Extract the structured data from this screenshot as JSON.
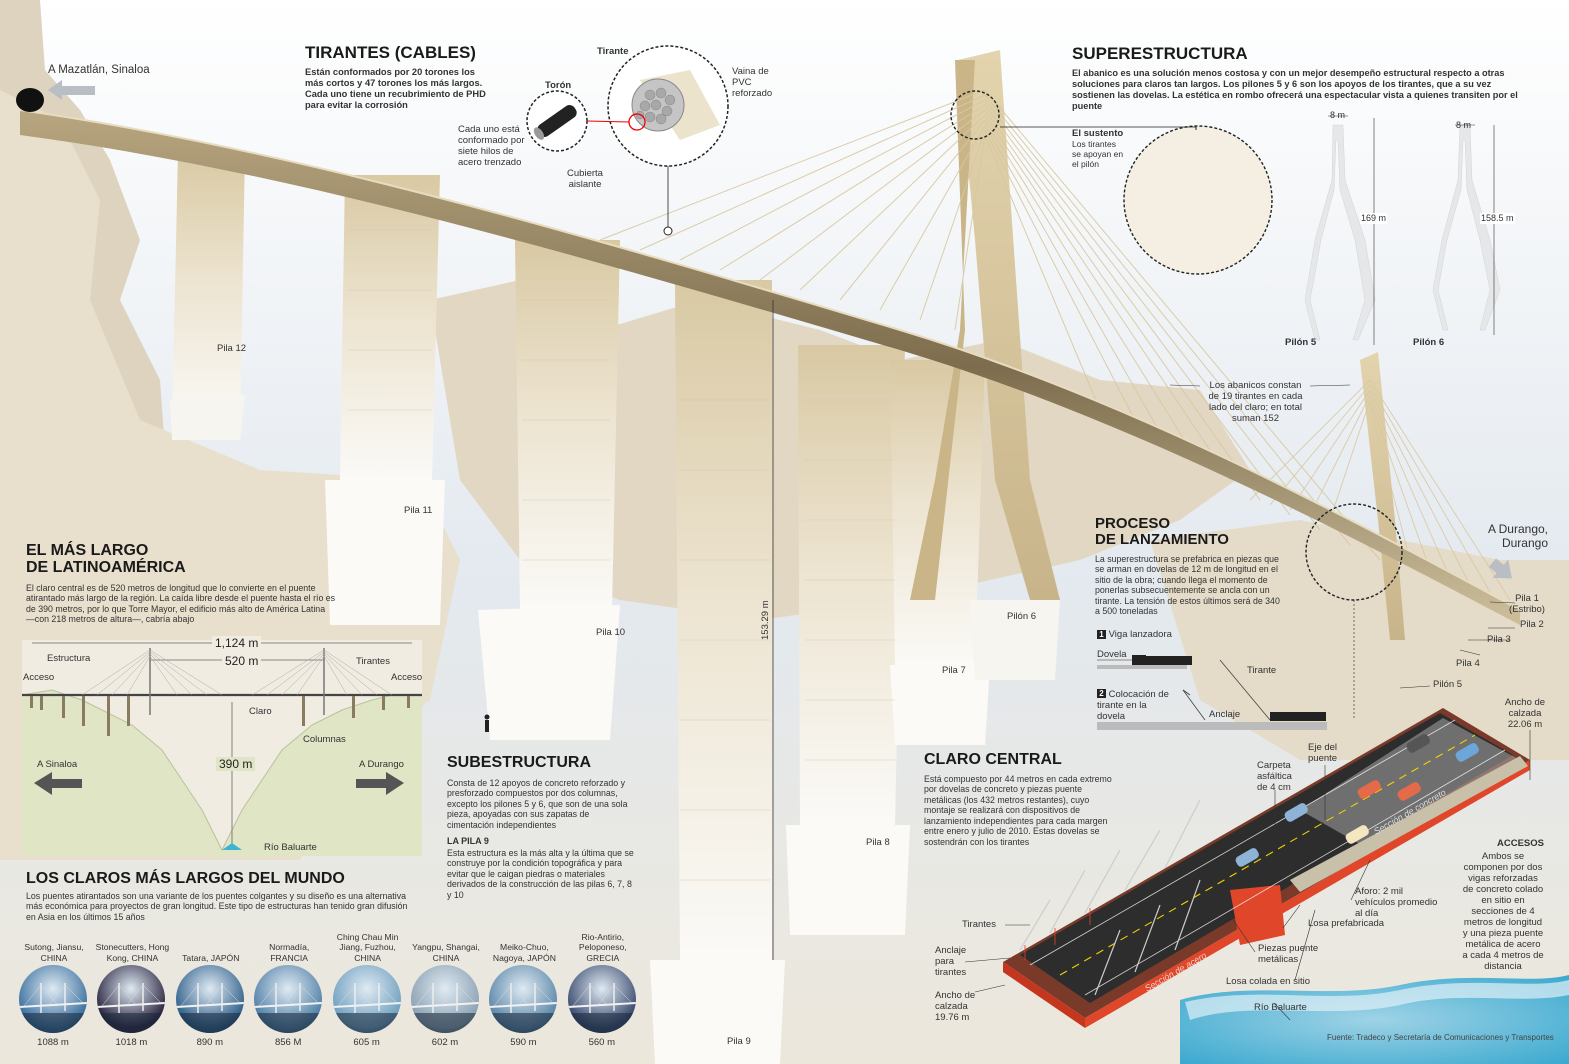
{
  "tirantes": {
    "title": "TIRANTES (CABLES)",
    "body": "Están conformados por 20 torones los más cortos y  47 torones los más largos. Cada uno tiene un recubrimiento de PHD para evitar la corrosión",
    "label_tirante": "Tirante",
    "label_toron": "Torón",
    "label_vaina": "Vaina de PVC reforzado",
    "label_cada_uno": "Cada uno está conformado por siete hilos de acero trenzado",
    "label_cubierta": "Cubierta aislante"
  },
  "mazatlan": "A Mazatlán, Sinaloa",
  "durango": "A Durango, Durango",
  "superestructura": {
    "title": "SUPERESTRUCTURA",
    "body": "El abanico es una solución menos costosa y con un mejor desempeño estructural respecto a otras soluciones para claros tan largos. Los pilones 5 y 6 son los apoyos de los tirantes, que a su vez sostienen las dovelas. La estética en rombo ofrecerá una espectacular vista a quienes transiten por el puente",
    "sustento_title": "El sustento",
    "sustento_body": "Los tirantes se apoyan en el pilón",
    "pilon5": {
      "name": "Pilón 5",
      "width": "8 m",
      "height": "169 m"
    },
    "pilon6": {
      "name": "Pilón 6",
      "width": "8 m",
      "height": "158.5 m"
    },
    "abanicos": "Los abanicos constan de 19 tirantes en cada lado del claro; en total suman 152"
  },
  "pilas": {
    "p12": "Pila 12",
    "p11": "Pila 11",
    "p10": "Pila 10",
    "p9": "Pila 9",
    "p8": "Pila 8",
    "p7": "Pila 7",
    "pilon6": "Pilón 6",
    "pilon5": "Pilón 5",
    "p1": "Pila 1 (Estribo)",
    "p2": "Pila 2",
    "p3": "Pila 3",
    "p4": "Pila 4",
    "height9": "153.29 m"
  },
  "mas_largo": {
    "title_line1": "EL MÁS LARGO",
    "title_line2": "DE LATINOAMÉRICA",
    "body": "El claro central es de 520 metros de longitud que lo convierte en el puente atirantado más largo de la región. La caída libre desde el puente hasta el río es de 390 metros, por lo que Torre Mayor, el edificio más alto de América Latina —con 218 metros de altura—, cabría abajo",
    "total": "1,124 m",
    "central": "520 m",
    "depth": "390 m",
    "estructura": "Estructura",
    "tirantes": "Tirantes",
    "acceso_left": "Acceso",
    "acceso_right": "Acceso",
    "claro": "Claro",
    "columnas": "Columnas",
    "a_sinaloa": "A Sinaloa",
    "a_durango": "A  Durango",
    "rio": "Río Baluarte"
  },
  "claros": {
    "title": "LOS CLAROS MÁS LARGOS DEL MUNDO",
    "body": "Los puentes atirantados son una variante de los puentes colgantes y su diseño es una alternativa más económica para proyectos de gran longitud. Este tipo de estructuras han tenido gran difusión en Asia en los últimos 15 años",
    "items": [
      {
        "name": "Sutong, Jiansu, CHINA",
        "len": "1088 m",
        "color": "#3a6f9e"
      },
      {
        "name": "Stonecutters, Hong Kong, CHINA",
        "len": "1018 m",
        "color": "#2a2440"
      },
      {
        "name": "Tatara, JAPÓN",
        "len": "890 m",
        "color": "#2f5f8a"
      },
      {
        "name": "Normadía, FRANCIA",
        "len": "856 M",
        "color": "#4f7fa6"
      },
      {
        "name": "Ching Chau Min Jiang, Fuzhou, CHINA",
        "len": "605 m",
        "color": "#6f9fbf"
      },
      {
        "name": "Yangpu, Shangai, CHINA",
        "len": "602 m",
        "color": "#8aa0b2"
      },
      {
        "name": "Meiko-Chuo, Nagoya, JAPÓN",
        "len": "590 m",
        "color": "#5a86a8"
      },
      {
        "name": "Rio-Antirio, Peloponeso, GRECIA",
        "len": "560 m",
        "color": "#3a4a6e"
      }
    ]
  },
  "subestructura": {
    "title": "SUBESTRUCTURA",
    "body": "Consta de 12 apoyos de concreto reforzado y presforzado compuestos por dos columnas, excepto los pilones 5 y 6, que son de una sola pieza, apoyadas con sus zapatas de cimentación independientes",
    "pila9_title": "LA PILA 9",
    "pila9_body": "Esta estructura es la más alta y la última que se construye por la condición topográfica y para evitar que le caigan piedras o materiales derivados de la construcción de las pilas 6, 7, 8 y 10"
  },
  "lanzamiento": {
    "title_line1": "PROCESO",
    "title_line2": "DE LANZAMIENTO",
    "body": "La superestructura se prefabrica en piezas que se arman en dovelas de 12 m de longitud en el sitio de la obra; cuando llega el momento de ponerlas subsecuentemente se ancla con un tirante. La tensión de estos últimos será de 340 a 500 toneladas",
    "step1": "Viga lanzadora",
    "dovela": "Dovela",
    "tirante": "Tirante",
    "step2": "Colocación de tirante en la dovela",
    "anclaje": "Anclaje"
  },
  "claro_central": {
    "title": "CLARO CENTRAL",
    "body": "Está compuesto por 44 metros en cada extremo por dovelas de concreto y piezas puente metálicas (los 432 metros restantes), cuyo montaje se realizará con dispositivos de lanzamiento independientes para cada margen entre enero y julio de 2010. Estas dovelas se sostendrán con los tirantes"
  },
  "deck": {
    "ancho_right": "Ancho de calzada 22.06 m",
    "eje": "Eje del puente",
    "carpeta": "Carpeta asfáltica de 4 cm",
    "seccion_concreto": "Sección de concreto",
    "seccion_acero": "Sección de acero",
    "aforo": "Aforo: 2 mil vehículos promedio al día",
    "losa_pref": "Losa prefabricada",
    "piezas": "Piezas puente metálicas",
    "losa_colada": "Losa colada en sitio",
    "rio": "Río Baluarte",
    "tirantes": "Tirantes",
    "anclaje": "Anclaje para tirantes",
    "ancho_left": "Ancho de calzada 19.76 m",
    "accesos_title": "ACCESOS",
    "accesos_body": "Ambos se componen por dos vigas reforzadas de concreto colado en sitio en secciones de 4 metros de longitud y una pieza puente metálica de acero a cada 4 metros de distancia"
  },
  "fuente": "Fuente: Tradeco y Secretaría de Comunicaciones y Transportes"
}
